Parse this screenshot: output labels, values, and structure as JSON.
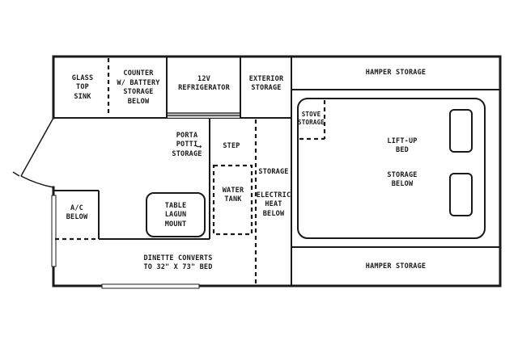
{
  "rooms": {
    "glass_top_sink": "GLASS\nTOP\nSINK",
    "counter": "COUNTER\nW/ BATTERY\nSTORAGE\nBELOW",
    "refrigerator": "12V\nREFRIGERATOR",
    "exterior_storage": "EXTERIOR\nSTORAGE",
    "hamper_top": "HAMPER STORAGE",
    "stove_storage": "STOVE\nSTORAGE",
    "lift_up_bed": "LIFT-UP\nBED",
    "storage_below": "STORAGE\nBELOW",
    "porta_potti": "PORTA\nPOTTI\nSTORAGE",
    "step": "STEP",
    "water_tank": "WATER\nTANK",
    "storage": "STORAGE",
    "electric_heat": "ELECTRIC\nHEAT\nBELOW",
    "ac_below": "A/C\nBELOW",
    "table": "TABLE\nLAGUN\nMOUNT",
    "dinette": "DINETTE CONVERTS\nTO 32\" X 73\" BED",
    "hamper_bottom": "HAMPER STORAGE"
  },
  "icons": {
    "arrow": "→"
  },
  "colors": {
    "line": "#1a1a1a",
    "fridge_shade": "#d9d9d9"
  }
}
